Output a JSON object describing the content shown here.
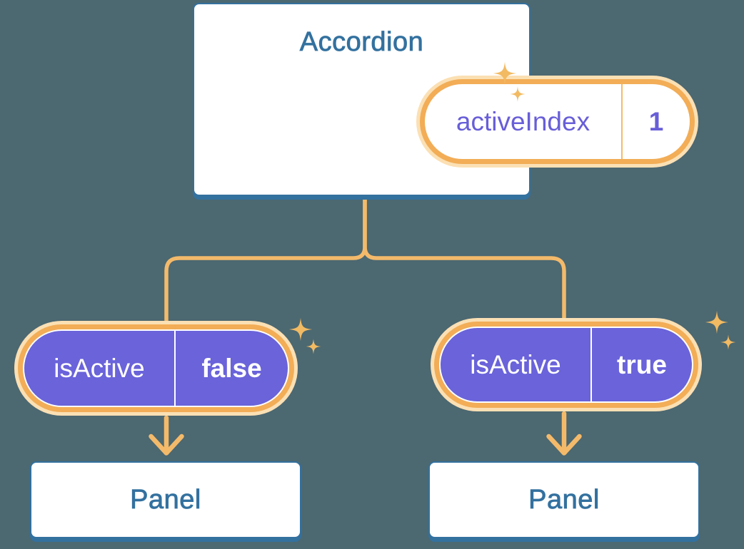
{
  "diagram": {
    "type": "react-state-tree",
    "accordion": {
      "title": "Accordion",
      "state_pill": {
        "name": "activeIndex",
        "value": "1"
      }
    },
    "children": [
      {
        "prop_pill": {
          "name": "isActive",
          "value": "false"
        },
        "panel": {
          "title": "Panel"
        }
      },
      {
        "prop_pill": {
          "name": "isActive",
          "value": "true"
        },
        "panel": {
          "title": "Panel"
        }
      }
    ],
    "icons": {
      "sparkle": "four-pointed-star",
      "arrow": "arrow-down"
    },
    "colors": {
      "background": "#4C6871",
      "card_background": "#FFFFFF",
      "card_border_blue": "#33719F",
      "title_blue": "#33719F",
      "state_text_purple": "#685ED8",
      "prop_pill_purple": "#6A63DA",
      "connector_orange": "#F4BA6A",
      "pill_ring_orange": "#F2AD56",
      "pill_glow": "#FBE0B4",
      "sparkle_orange": "#F2BA62",
      "prop_text_white": "#FFFFFF"
    }
  }
}
